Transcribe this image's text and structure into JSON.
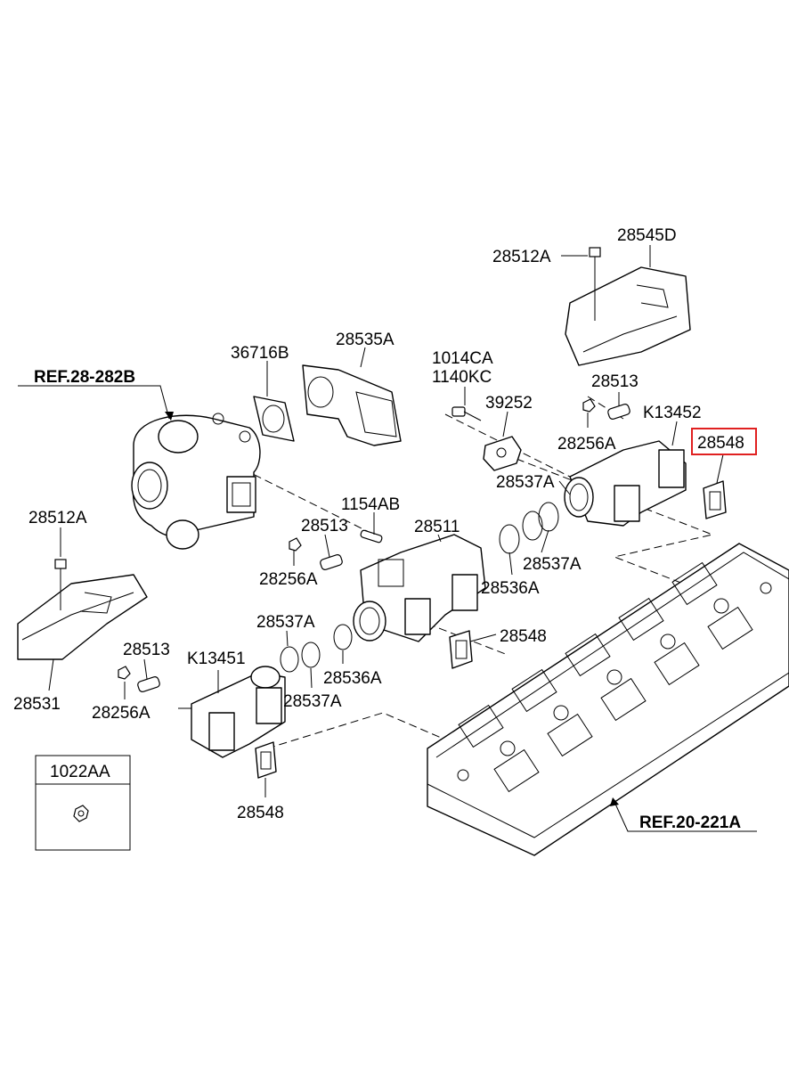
{
  "labels": {
    "p28545D": "28545D",
    "p28512A_top": "28512A",
    "p1014CA": "1014CA",
    "p1140KC": "1140KC",
    "p39252": "39252",
    "p28513_top": "28513",
    "pK13452": "K13452",
    "p28548_top": "28548",
    "p28256A_top": "28256A",
    "p28537A_top": "28537A",
    "p28537A_mid": "28537A",
    "p28536A_mid": "28536A",
    "p36716B": "36716B",
    "p28535A": "28535A",
    "p1154AB": "1154AB",
    "p28513_mid": "28513",
    "p28511": "28511",
    "p28256A_mid": "28256A",
    "p28548_mid": "28548",
    "p28512A_left": "28512A",
    "p28531": "28531",
    "p28513_low": "28513",
    "p28256A_low": "28256A",
    "pK13451": "K13451",
    "p28537A_low1": "28537A",
    "p28537A_low2": "28537A",
    "p28536A_low": "28536A",
    "p28548_low": "28548",
    "p1022AA": "1022AA"
  },
  "refs": {
    "turbo": "REF.28-282B",
    "head": "REF.20-221A"
  },
  "highlight": {
    "part": "28548",
    "color": "#e02020"
  }
}
